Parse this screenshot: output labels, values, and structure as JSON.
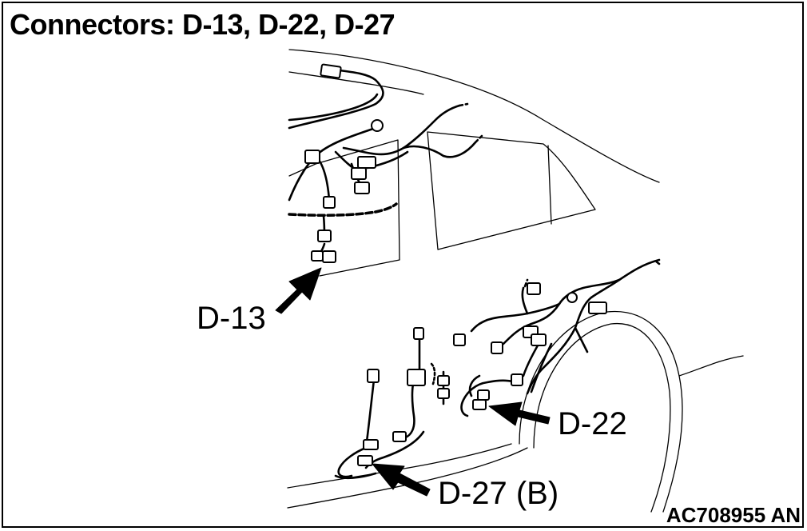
{
  "title": "Connectors: D-13, D-22, D-27",
  "labels": {
    "d13": "D-13",
    "d22": "D-22",
    "d27": "D-27 (B)"
  },
  "figure_code": "AC708955 AN"
}
